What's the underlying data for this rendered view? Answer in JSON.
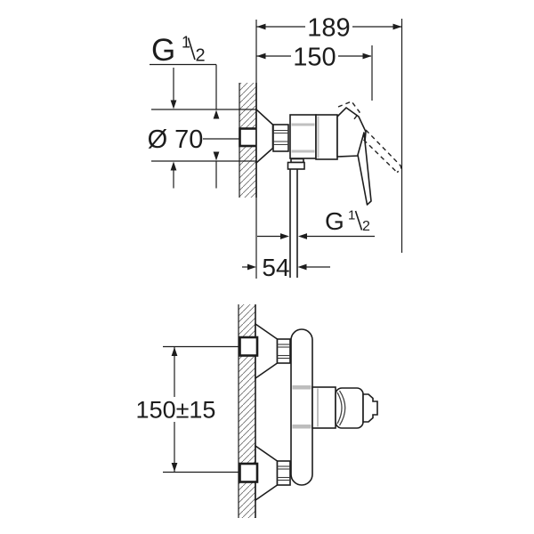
{
  "image": {
    "background": "#ffffff",
    "line_color": "#1d1d1d",
    "shade_color": "#c0c0c0",
    "hatch_color": "#707070"
  },
  "side_view": {
    "dim_overall_depth": "189",
    "dim_depth_to_handle": "150",
    "inlet_thread": {
      "letter": "G",
      "numerator": "1",
      "slash": "/",
      "denominator": "2"
    },
    "dim_escutcheon_diameter": "Ø 70",
    "outlet_thread": {
      "letter": "G",
      "numerator": "1",
      "slash": "/",
      "denominator": "2"
    },
    "dim_outlet_offset": "54"
  },
  "front_view": {
    "dim_inlet_spacing": "150±15"
  }
}
